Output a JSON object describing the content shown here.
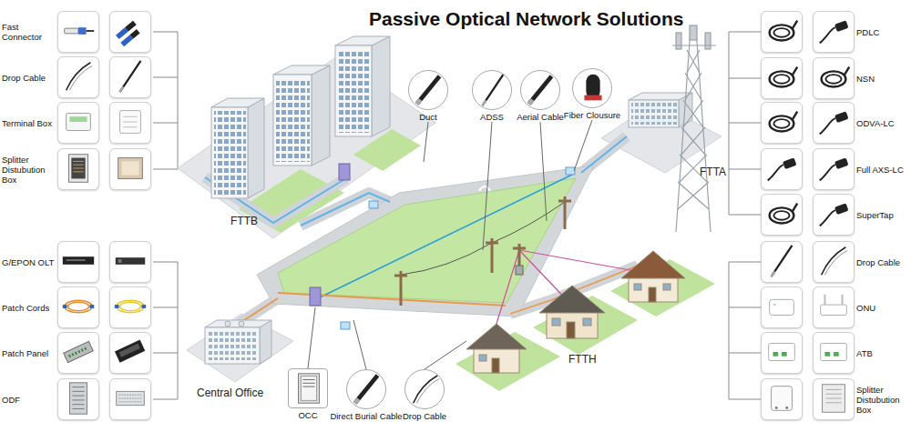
{
  "diagram": {
    "title": "Passive Optical Network Solutions",
    "nodes": [
      {
        "text": [
          "Fast Connector"
        ]
      },
      {
        "text": [
          "Drop Cable"
        ]
      },
      {
        "text": [
          "Terminal Box"
        ]
      },
      {
        "text": [
          "Splitter Distubution Box"
        ]
      },
      {
        "text": [
          "Duct"
        ]
      },
      {
        "text": [
          "ADSS"
        ]
      },
      {
        "text": [
          "Aerial Cable"
        ]
      },
      {
        "text": [
          "Fiber Clousure"
        ]
      },
      {
        "text": [
          "PDLC"
        ]
      },
      {
        "text": [
          "NSN"
        ]
      },
      {
        "text": [
          "ODVA-LC"
        ]
      },
      {
        "text": [
          "Full AXS-LC"
        ]
      },
      {
        "text": [
          "SuperTap"
        ]
      },
      {
        "text": [
          "G/EPON OLT"
        ]
      },
      {
        "text": [
          "Patch Cords"
        ]
      },
      {
        "text": [
          "Patch Panel"
        ]
      },
      {
        "text": [
          "ODF"
        ]
      },
      {
        "text": [
          "OCC"
        ]
      },
      {
        "text": [
          "Direct Burial Cable"
        ]
      },
      {
        "text": [
          "Drop Cable"
        ]
      },
      {
        "text": [
          "Drop Cable"
        ]
      },
      {
        "text": [
          "ONU"
        ]
      },
      {
        "text": [
          "ATB"
        ]
      },
      {
        "text": [
          "Splitter Distubution Box"
        ]
      }
    ],
    "labels": [
      "FTTB",
      "FTTA",
      "Central Office",
      "FTTH"
    ]
  }
}
